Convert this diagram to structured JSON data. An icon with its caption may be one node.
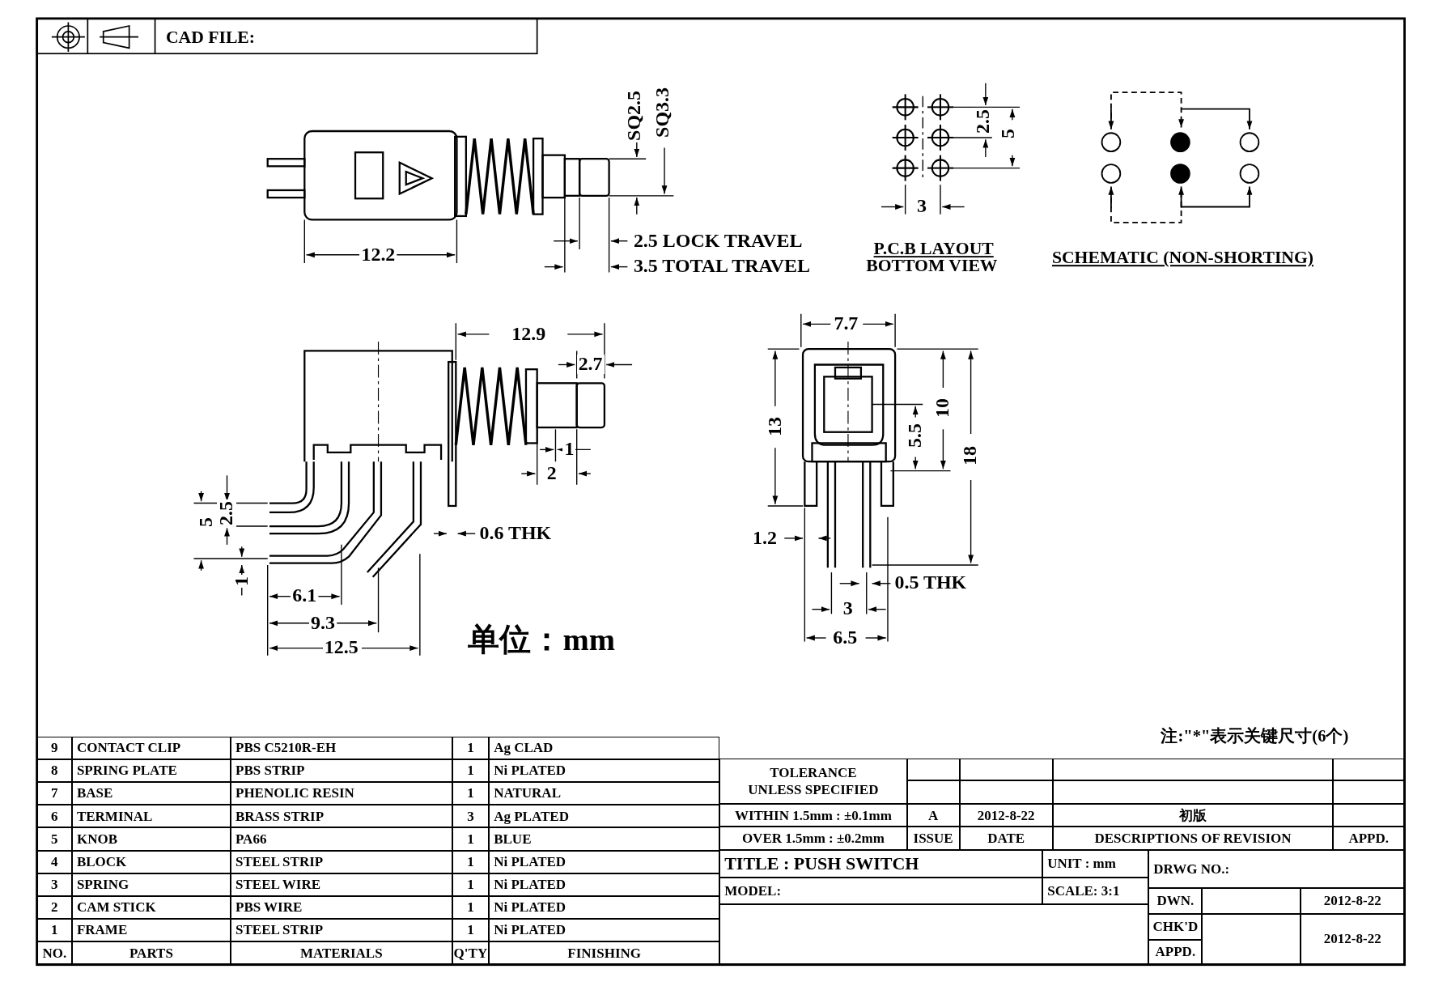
{
  "diagram": {
    "labels": [
      "CAD FILE:",
      "SQ2.5",
      "SQ3.3",
      "12.2",
      "2.5 LOCK TRAVEL",
      "3.5 TOTAL TRAVEL",
      "2.5",
      "5",
      "3",
      "P.C.B LAYOUT",
      "BOTTOM VIEW",
      "SCHEMATIC (NON-SHORTING)",
      "12.9",
      "2.7",
      "1",
      "2",
      "0.6 THK",
      "5",
      "2.5",
      "1",
      "6.1",
      "9.3",
      "12.5",
      "单位：mm",
      "7.7",
      "13",
      "5.5",
      "10",
      "18",
      "1.2",
      "0.5 THK",
      "3",
      "6.5",
      "注:\"*\"表示关键尺寸(6个)",
      "9",
      "CONTACT CLIP",
      "PBS C5210R-EH",
      "1",
      "Ag CLAD",
      "8",
      "SPRING PLATE",
      "PBS STRIP",
      "1",
      "Ni PLATED",
      "7",
      "BASE",
      "PHENOLIC RESIN",
      "1",
      "NATURAL",
      "6",
      "TERMINAL",
      "BRASS STRIP",
      "3",
      "Ag PLATED",
      "5",
      "KNOB",
      "PA66",
      "1",
      "BLUE",
      "4",
      "BLOCK",
      "STEEL STRIP",
      "1",
      "Ni PLATED",
      "3",
      "SPRING",
      "STEEL WIRE",
      "1",
      "Ni PLATED",
      "2",
      "CAM STICK",
      "PBS WIRE",
      "1",
      "Ni PLATED",
      "1",
      "FRAME",
      "STEEL STRIP",
      "1",
      "Ni PLATED",
      "NO.",
      "PARTS",
      "MATERIALS",
      "Q'TY",
      "FINISHING",
      "TOLERANCE UNLESS SPECIFIED",
      "WITHIN 1.5mm : ±0.1mm",
      "OVER 1.5mm : ±0.2mm",
      "A",
      "2012-8-22",
      "初版",
      "ISSUE",
      "DATE",
      "DESCRIPTIONS OF REVISION",
      "APPD.",
      "TITLE : PUSH SWITCH",
      "UNIT : mm",
      "DRWG NO.:",
      "MODEL:",
      "SCALE: 3:1",
      "DWN.",
      "2012-8-22",
      "CHK'D",
      "APPD.",
      "2012-8-22"
    ]
  }
}
